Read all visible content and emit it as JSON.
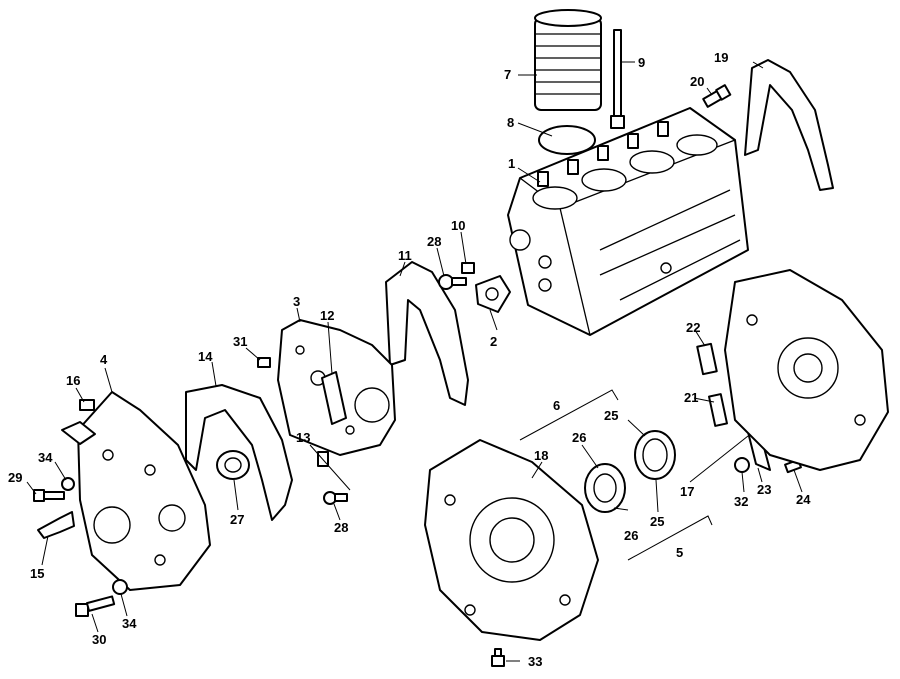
{
  "callouts": {
    "c1": "1",
    "c2": "2",
    "c3": "3",
    "c4": "4",
    "c5": "5",
    "c6": "6",
    "c7": "7",
    "c8": "8",
    "c9": "9",
    "c10": "10",
    "c11": "11",
    "c12": "12",
    "c13": "13",
    "c14": "14",
    "c15": "15",
    "c16": "16",
    "c17": "17",
    "c18": "18",
    "c19": "19",
    "c20": "20",
    "c21": "21",
    "c22": "22",
    "c23": "23",
    "c24": "24",
    "c25a": "25",
    "c25b": "25",
    "c26a": "26",
    "c26b": "26",
    "c27": "27",
    "c28a": "28",
    "c28b": "28",
    "c29": "29",
    "c30": "30",
    "c31": "31",
    "c32": "32",
    "c33": "33",
    "c34a": "34",
    "c34b": "34"
  }
}
